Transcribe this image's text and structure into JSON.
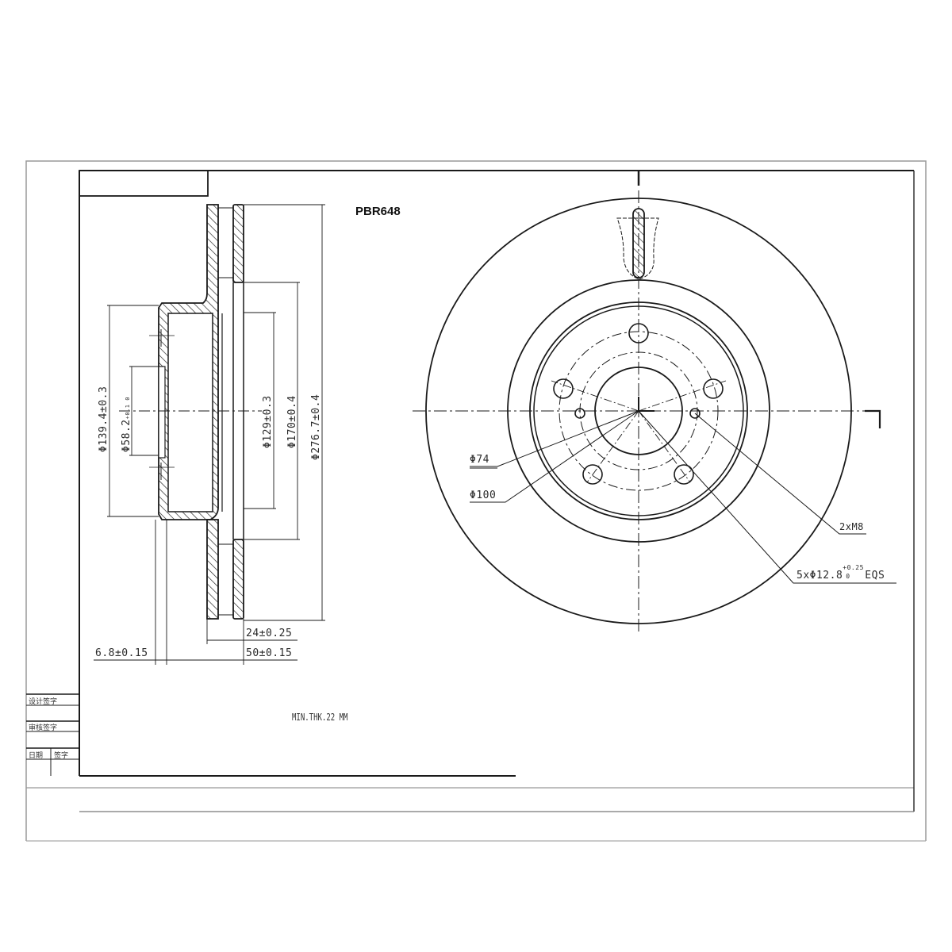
{
  "drawing": {
    "part_number": "PBR648",
    "note": "MIN.THK.22 MM",
    "colors": {
      "line": "#1a1a1a",
      "frame": "#9a9a9a",
      "background": "#ffffff"
    }
  },
  "section_view": {
    "dimensions": {
      "hat_diameter": "Φ139.4±0.3",
      "center_bore": "Φ58.2",
      "center_bore_tol": "+0.1 0",
      "inner_friction_diameter": "Φ129±0.3",
      "vent_inner_diameter": "Φ170±0.4",
      "outer_diameter": "Φ276.7±0.4",
      "disc_thickness": "24±0.25",
      "hat_height": "50±0.15",
      "hat_wall": "6.8±0.15"
    }
  },
  "front_view": {
    "callouts": {
      "pcd_small": "Φ74",
      "pcd_bolt": "Φ100",
      "threaded_holes": "2xM8",
      "bolt_holes": "5xΦ12.8",
      "bolt_holes_tol_upper": "+0.25",
      "bolt_holes_tol_lower": "0",
      "bolt_holes_suffix": "EQS"
    }
  },
  "title_block": {
    "rows": [
      "设计签字",
      "审核签字",
      "日期",
      "签字"
    ]
  }
}
